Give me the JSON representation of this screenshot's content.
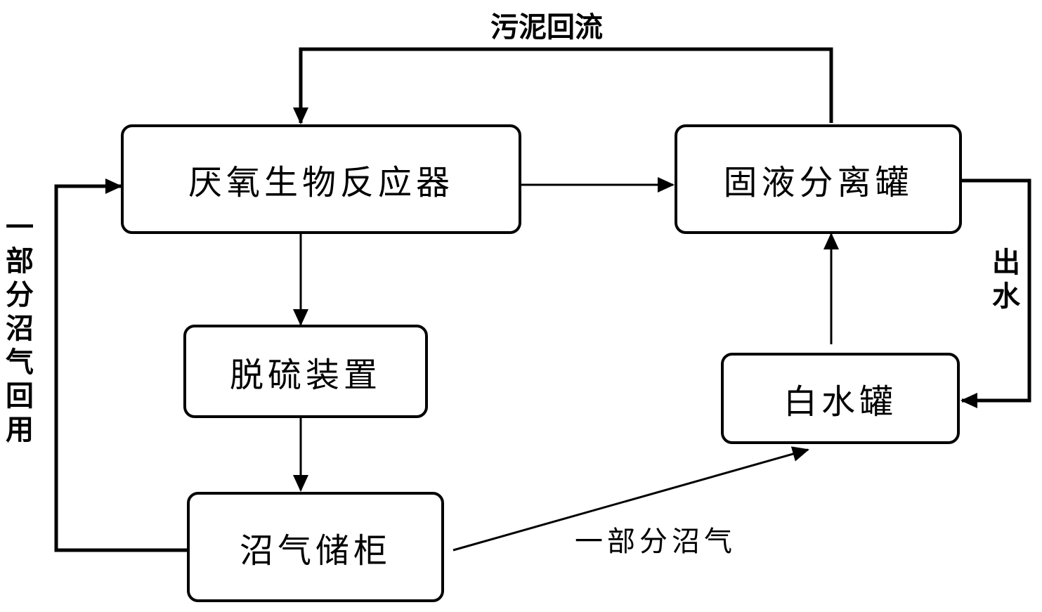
{
  "nodes": {
    "anaerobic_reactor": "厌氧生物反应器",
    "separation_tank": "固液分离罐",
    "desulfurization": "脱硫装置",
    "white_water_tank": "白水罐",
    "biogas_holder": "沼气储柜"
  },
  "labels": {
    "sludge_return": "污泥回流",
    "effluent": "出水",
    "partial_biogas": "一部分沼气",
    "partial_biogas_reuse": "一部分沼气回用"
  },
  "colors": {
    "stroke": "#000000",
    "background": "#ffffff"
  }
}
